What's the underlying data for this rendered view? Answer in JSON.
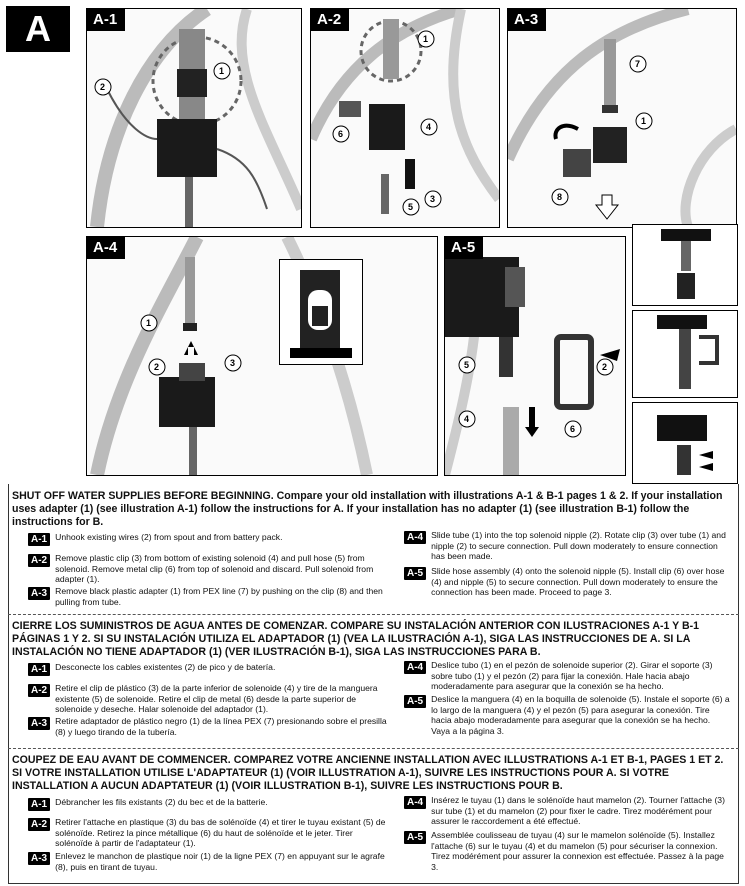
{
  "section_tag": "A",
  "panels": [
    {
      "label": "A-1"
    },
    {
      "label": "A-2"
    },
    {
      "label": "A-3"
    },
    {
      "label": "A-4"
    },
    {
      "label": "A-5"
    }
  ],
  "callouts": {
    "a1": [
      "1",
      "2"
    ],
    "a2": [
      "1",
      "4",
      "6",
      "3",
      "5"
    ],
    "a3": [
      "7",
      "1",
      "8"
    ],
    "a4": [
      "1",
      "2",
      "3"
    ],
    "a5": [
      "5",
      "4",
      "2",
      "6"
    ]
  },
  "english": {
    "heading": "SHUT OFF WATER SUPPLIES BEFORE BEGINNING. Compare your old installation with illustrations A-1 & B-1 pages 1 & 2. If your installation uses adapter (1) (see illustration A-1) follow the instructions for A. If your installation has no adapter (1) (see illustration B-1) follow the instructions for B.",
    "steps": [
      {
        "badge": "A-1",
        "text": "Unhook existing wires (2) from spout and from battery pack."
      },
      {
        "badge": "A-2",
        "text": "Remove plastic clip (3) from bottom of existing solenoid (4) and pull hose (5) from solenoid. Remove metal clip (6) from top of solenoid and discard. Pull solenoid from adapter (1)."
      },
      {
        "badge": "A-3",
        "text": "Remove black plastic adapter (1) from PEX line (7) by pushing on the clip (8) and then pulling from tube."
      },
      {
        "badge": "A-4",
        "text": "Slide tube (1) into the top solenoid nipple (2). Rotate clip (3) over tube (1) and nipple (2) to secure connection. Pull down moderately to ensure connection has been made."
      },
      {
        "badge": "A-5",
        "text": "Slide hose assembly (4) onto the solenoid nipple (5). Install clip (6) over hose (4) and nipple (5) to secure connection. Pull down moderately to ensure the connection has been made. Proceed to page 3."
      }
    ]
  },
  "spanish": {
    "heading": "CIERRE LOS SUMINISTROS DE AGUA ANTES DE COMENZAR. COMPARE SU INSTALACIÓN ANTERIOR CON ILUSTRACIONES A-1 Y B-1 PÁGINAS 1 Y 2. SI SU INSTALACIÓN UTILIZA EL ADAPTADOR (1) (VEA LA ILUSTRACIÓN A-1), SIGA LAS INSTRUCCIONES DE A. SI LA INSTALACIÓN NO TIENE ADAPTADOR (1) (VER ILUSTRACIÓN B-1), SIGA LAS INSTRUCCIONES PARA B.",
    "steps": [
      {
        "badge": "A-1",
        "text": "Desconecte los cables existentes (2) de pico y de batería."
      },
      {
        "badge": "A-2",
        "text": "Retire el clip de plástico (3) de la parte inferior de solenoide (4) y tire de la manguera existente (5) de solenoide. Retire el clip de metal (6) desde la parte superior de solenoide y deseche. Halar solenoide del adaptador (1)."
      },
      {
        "badge": "A-3",
        "text": "Retire adaptador de plástico negro (1) de la línea PEX (7) presionando sobre el presilla (8) y luego tirando de la tubería."
      },
      {
        "badge": "A-4",
        "text": "Deslice tubo (1) en el pezón de solenoide superior (2). Girar el soporte (3) sobre tubo (1) y el pezón (2) para fijar la conexión. Hale hacia abajo moderadamente para asegurar que la conexión se ha hecho."
      },
      {
        "badge": "A-5",
        "text": "Deslice la manguera (4) en la boquilla de solenoide (5). Instale el soporte (6) a lo largo de la manguera (4) y el pezón (5) para asegurar la conexión. Tire hacia abajo moderadamente para asegurar que la conexión se ha hecho. Vaya a la página 3."
      }
    ]
  },
  "french": {
    "heading": "COUPEZ DE EAU AVANT DE COMMENCER. COMPAREZ VOTRE ANCIENNE INSTALLATION AVEC ILLUSTRATIONS A-1 ET B-1, PAGES 1 ET 2. SI VOTRE INSTALLATION UTILISE L'ADAPTATEUR (1) (VOIR ILLUSTRATION A-1), SUIVRE LES INSTRUCTIONS POUR A. SI VOTRE INSTALLATION A AUCUN ADAPTATEUR (1) (VOIR ILLUSTRATION B-1), SUIVRE LES INSTRUCTIONS POUR B.",
    "steps": [
      {
        "badge": "A-1",
        "text": "Débrancher les fils existants (2) du bec et de la batterie."
      },
      {
        "badge": "A-2",
        "text": "Retirer l'attache en plastique (3) du bas de solénoïde (4) et tirer le tuyau existant (5) de solénoïde. Retirez la pince métallique (6) du haut de solénoïde et le jeter. Tirer solénoïde à partir de l'adaptateur (1)."
      },
      {
        "badge": "A-3",
        "text": "Enlevez le manchon de plastique noir (1) de la ligne PEX (7) en appuyant sur le agrafe (8), puis en tirant de tuyau."
      },
      {
        "badge": "A-4",
        "text": "Insérez le tuyau (1) dans le solénoïde haut mamelon (2). Tourner l'attache (3) sur tube (1) et du mamelon (2) pour fixer le cadre. Tirez modérément pour assurer le raccordement a été effectué."
      },
      {
        "badge": "A-5",
        "text": "Assemblée coulisseau de tuyau (4) sur le mamelon solénoïde (5). Installez l'attache (6) sur le tuyau (4) et du mamelon (5) pour sécuriser la connexion. Tirez modérément pour assurer la connexion est effectuée. Passez à la page 3."
      }
    ]
  }
}
